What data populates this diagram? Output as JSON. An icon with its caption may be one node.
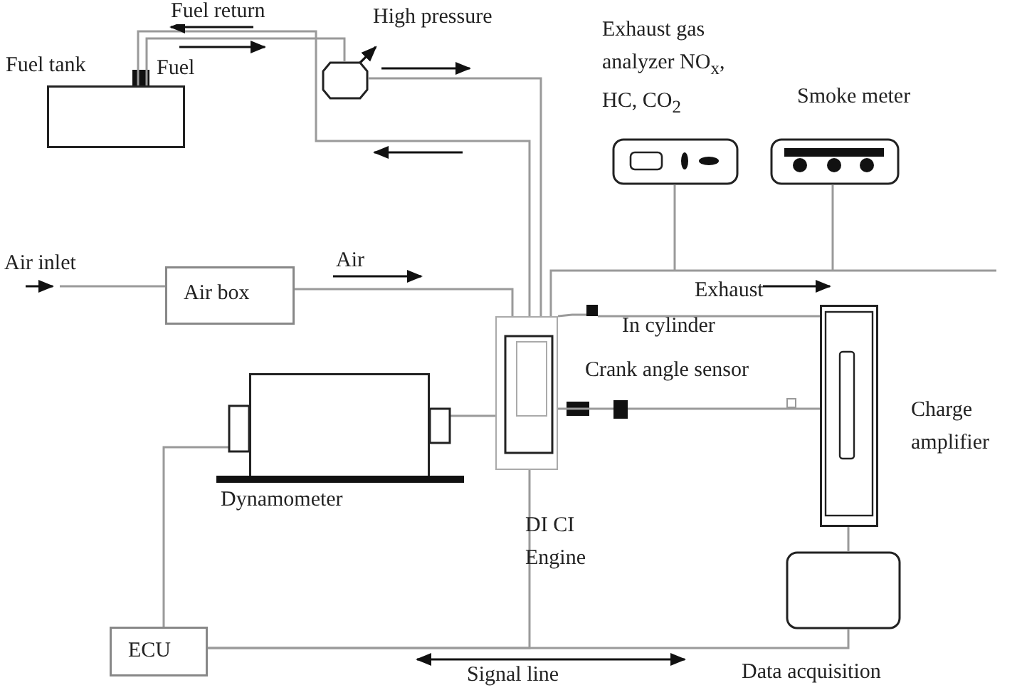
{
  "diagram": {
    "nodes": [
      {
        "text": [
          "Fuel tank"
        ]
      },
      {
        "text": [
          "High pressure"
        ]
      },
      {
        "text": [
          "Exhaust gas analyzer NO$_{x}$, HC, CO$_{2}$"
        ]
      },
      {
        "text": [
          "Smoke meter"
        ]
      },
      {
        "text": [
          "Air box"
        ]
      },
      {
        "text": [
          "DI CI Engine"
        ]
      },
      {
        "text": [
          "Dynamometer"
        ]
      },
      {
        "text": [
          "Charge amplifier"
        ]
      },
      {
        "text": [
          "Data acquisition"
        ]
      },
      {
        "text": [
          "ECU"
        ]
      },
      {
        "text": [
          "In cylinder"
        ]
      },
      {
        "text": [
          "Crank angle sensor"
        ]
      }
    ],
    "edges": [
      {
        "from": 0,
        "to": 1,
        "arrow": "none",
        "label": "Fuel"
      },
      {
        "from": 5,
        "to": 0,
        "arrow": "none",
        "label": "Fuel return"
      },
      {
        "from": 1,
        "to": 5,
        "arrow": "none"
      },
      {
        "from": null,
        "to": 4,
        "arrow": "none",
        "label": "Air inlet"
      },
      {
        "from": 4,
        "to": 5,
        "arrow": "none",
        "label": "Air"
      },
      {
        "from": 5,
        "to": null,
        "arrow": "none",
        "label": "Exhaust"
      },
      {
        "from": 2,
        "to": null,
        "arrow": "none"
      },
      {
        "from": 3,
        "to": null,
        "arrow": "none"
      },
      {
        "from": 5,
        "to": 10,
        "arrow": "none"
      },
      {
        "from": 10,
        "to": 7,
        "arrow": "none"
      },
      {
        "from": 5,
        "to": 11,
        "arrow": "none"
      },
      {
        "from": 11,
        "to": 7,
        "arrow": "none"
      },
      {
        "from": 6,
        "to": 5,
        "arrow": "none"
      },
      {
        "from": 7,
        "to": 8,
        "arrow": "none"
      },
      {
        "from": 8,
        "to": 9,
        "arrow": "none"
      },
      {
        "from": 5,
        "to": 9,
        "arrow": "none"
      },
      {
        "from": 6,
        "to": 9,
        "arrow": "none"
      }
    ],
    "labels": [
      "Signal line"
    ]
  }
}
